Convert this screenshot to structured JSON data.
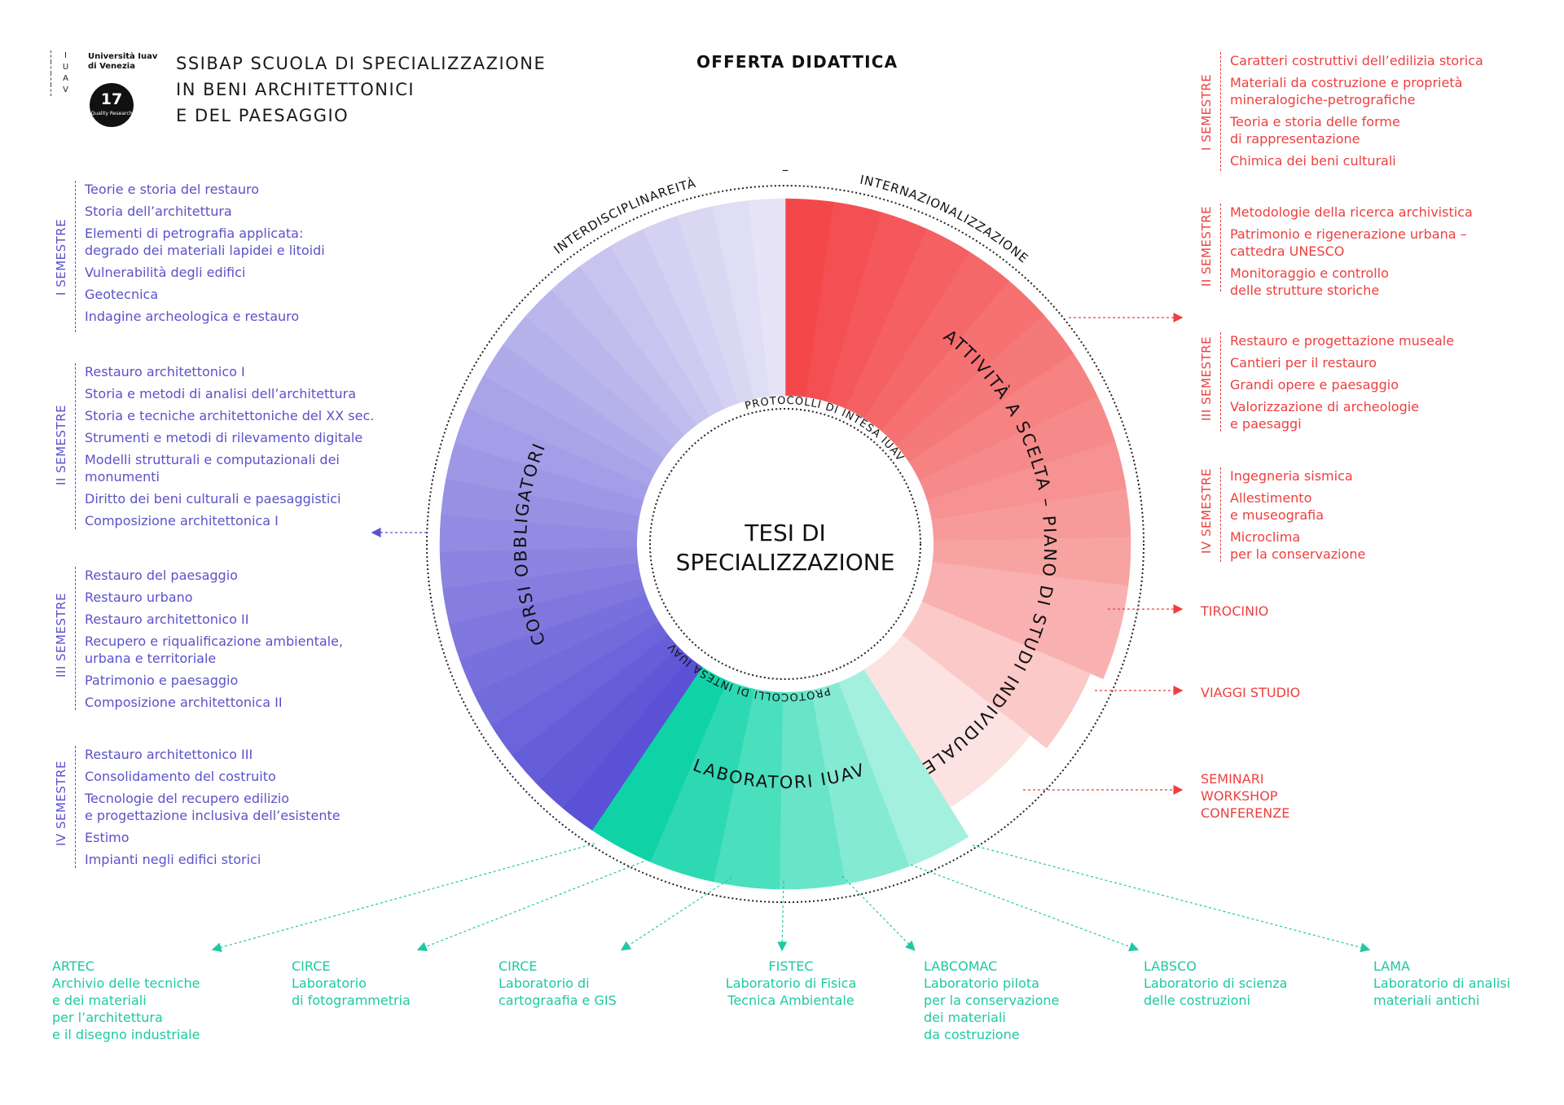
{
  "header": {
    "title_lines": [
      "SSIBAP SCUOLA DI SPECIALIZZAZIONE",
      "IN BENI ARCHITETTONICI",
      "E DEL PAESAGGIO"
    ],
    "section_title": "OFFERTA DIDATTICA",
    "logo": {
      "iuav_letters": [
        "I",
        "U",
        "A",
        "V"
      ],
      "university_name": "Università Iuav di Venezia",
      "quality_number": "17",
      "quality_text": "Quality Research"
    }
  },
  "wheel": {
    "center_label_1": "TESI DI",
    "center_label_2": "SPECIALIZZAZIONE",
    "outer_left": "INTERDISCIPLINAREITÀ",
    "outer_dash": "–",
    "outer_right": "INTERNAZIONALIZZAZIONE",
    "inner_ring_top": "PROTOCOLLI DI INTESA IUAV",
    "inner_ring_bottom": "PROTOCOLLI DI INTESA IUAV",
    "sector_left": "CORSI OBBLIGATORI",
    "sector_right": "ATTIVITÀ A SCELTA – PIANO DI STUDI INDIVIDUALE",
    "sector_bottom": "LABORATORI IUAV"
  },
  "left_courses": [
    {
      "semester": "I SEMESTRE",
      "items": [
        "Teorie e storia del restauro",
        "Storia dell’architettura",
        "Elementi di petrografia applicata:\ndegrado dei materiali lapidei e litoidi",
        "Vulnerabilità degli edifici",
        "Geotecnica",
        "Indagine archeologica e restauro"
      ]
    },
    {
      "semester": "II SEMESTRE",
      "items": [
        "Restauro architettonico I",
        "Storia e metodi di analisi dell’architettura",
        "Storia e tecniche architettoniche del XX sec.",
        "Strumenti e metodi di rilevamento digitale",
        "Modelli strutturali e computazionali dei\nmonumenti",
        "Diritto dei beni culturali e paesaggistici",
        "Composizione architettonica I"
      ]
    },
    {
      "semester": "III SEMESTRE",
      "items": [
        "Restauro del paesaggio",
        "Restauro urbano",
        "Restauro architettonico II",
        "Recupero e riqualificazione ambientale,\nurbana e territoriale",
        "Patrimonio e paesaggio",
        "Composizione architettonica II"
      ]
    },
    {
      "semester": "IV SEMESTRE",
      "items": [
        "Restauro architettonico III",
        "Consolidamento del costruito",
        "Tecnologie del recupero edilizio\ne progettazione inclusiva dell’esistente",
        "Estimo",
        "Impianti negli edifici storici"
      ]
    }
  ],
  "right_courses": [
    {
      "semester": "I SEMESTRE",
      "items": [
        "Caratteri costruttivi dell’edilizia storica",
        "Materiali da costruzione e proprietà\nmineralogiche-petrografiche",
        "Teoria e storia delle forme\ndi rappresentazione",
        "Chimica dei beni culturali"
      ]
    },
    {
      "semester": "II SEMESTRE",
      "items": [
        "Metodologie della ricerca archivistica",
        "Patrimonio e rigenerazione urbana –\ncattedra UNESCO",
        "Monitoraggio e controllo\ndelle strutture storiche"
      ]
    },
    {
      "semester": "III SEMESTRE",
      "items": [
        "Restauro e progettazione museale",
        "Cantieri per il restauro",
        "Grandi opere e paesaggio",
        "Valorizzazione di archeologie\ne paesaggi"
      ]
    },
    {
      "semester": "IV SEMESTRE",
      "items": [
        "Ingegneria sismica",
        "Allestimento\ne museografia",
        "Microclima\nper la conservazione"
      ]
    }
  ],
  "right_extras": [
    "TIROCINIO",
    "VIAGGI STUDIO",
    "SEMINARI\nWORKSHOP\nCONFERENZE"
  ],
  "labs": [
    {
      "name": "ARTEC",
      "desc": "Archivio delle tecniche\ne  dei materiali\nper l’architettura\ne il disegno industriale"
    },
    {
      "name": "CIRCE",
      "desc": "Laboratorio\ndi fotogrammetria"
    },
    {
      "name": "CIRCE",
      "desc": "Laboratorio di\ncartograafia e GIS"
    },
    {
      "name": "FISTEC",
      "desc": "Laboratorio di Fisica\nTecnica Ambientale"
    },
    {
      "name": "LABCOMAC",
      "desc": "Laboratorio pilota\nper la conservazione\ndei materiali\nda costruzione"
    },
    {
      "name": "LABSCO",
      "desc": "Laboratorio di scienza\ndelle costruzioni"
    },
    {
      "name": "LAMA",
      "desc": "Laboratorio di analisi\nmateriali antichi"
    }
  ],
  "colors": {
    "violet": "#5b52c8",
    "red": "#ee3f3f",
    "teal": "#1ec9a0",
    "text": "#1a1a1a"
  }
}
